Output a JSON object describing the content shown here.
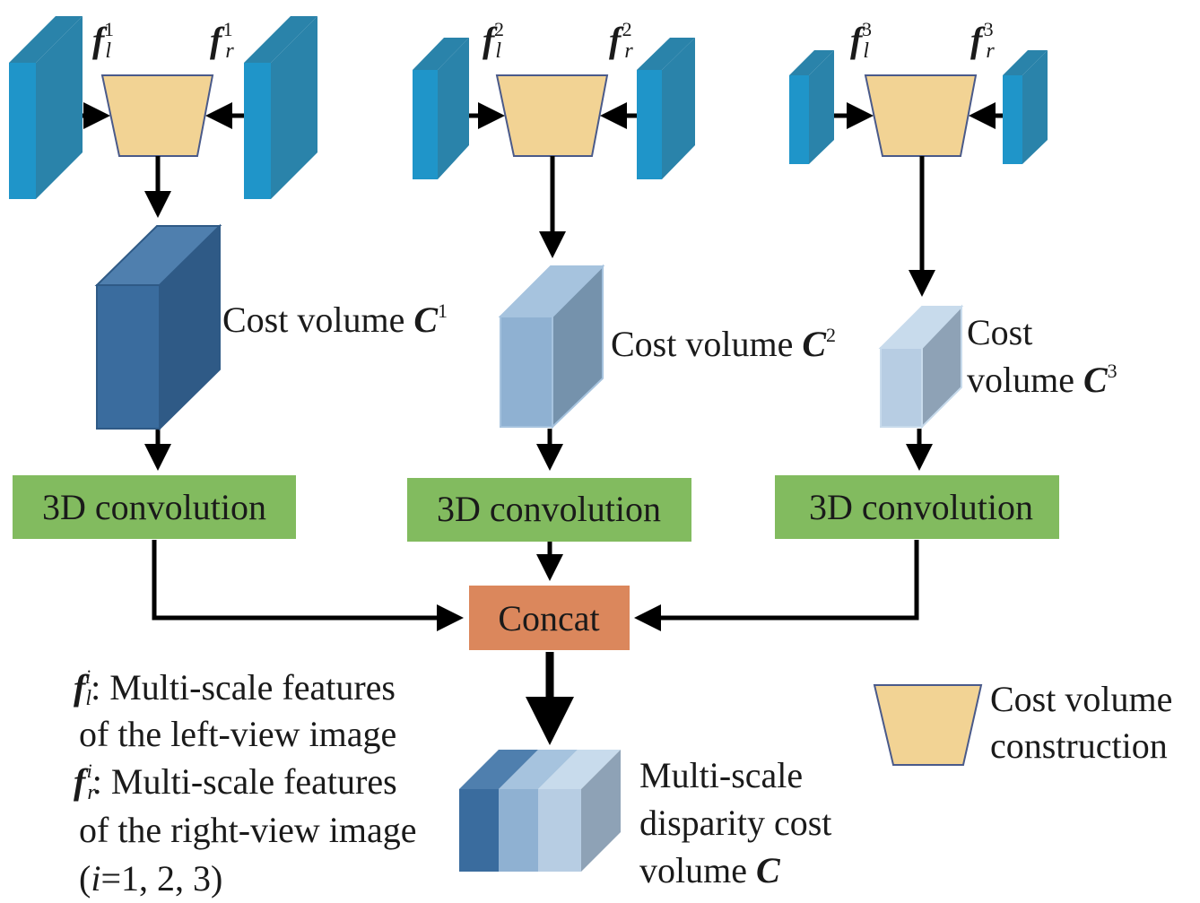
{
  "colors": {
    "feature_front": "#1f95c9",
    "feature_side": "#2a83aa",
    "trapezoid_fill": "#f2d394",
    "trapezoid_stroke": "#4a5a8a",
    "cv1_front": "#3a6c9e",
    "cv1_side": "#2f5a86",
    "cv1_top": "#4f7fae",
    "cv2_front": "#8fb1d2",
    "cv2_side": "#7592ac",
    "cv2_top": "#a6c3de",
    "cv3_front": "#b7cde3",
    "cv3_side": "#8ea2b6",
    "cv3_top": "#c8dbec",
    "conv_fill": "#82bb5f",
    "concat_fill": "#db875c",
    "arrow": "#000000"
  },
  "features": {
    "symbol": "f",
    "left_sub": "l",
    "right_sub": "r",
    "scales": [
      "1",
      "2",
      "3"
    ]
  },
  "cost_volumes": {
    "label": "Cost volume",
    "label_line1": "Cost",
    "label_line2": "volume",
    "symbol": "C",
    "sups": [
      "1",
      "2",
      "3"
    ]
  },
  "conv_label": "3D convolution",
  "concat_label": "Concat",
  "legend": {
    "left_colon": ": Multi-scale features",
    "left_line2": "of the left-view image",
    "right_colon": ": Multi-scale features",
    "right_line2": "of the right-view image",
    "index_open": "(",
    "index_var": "i",
    "index_rest": "=1, 2, 3)",
    "sup_i": "i",
    "cvc_line1": "Cost volume",
    "cvc_line2": "construction"
  },
  "output": {
    "line1": "Multi-scale",
    "line2": "disparity cost",
    "line3": "volume",
    "symbol": "C"
  }
}
